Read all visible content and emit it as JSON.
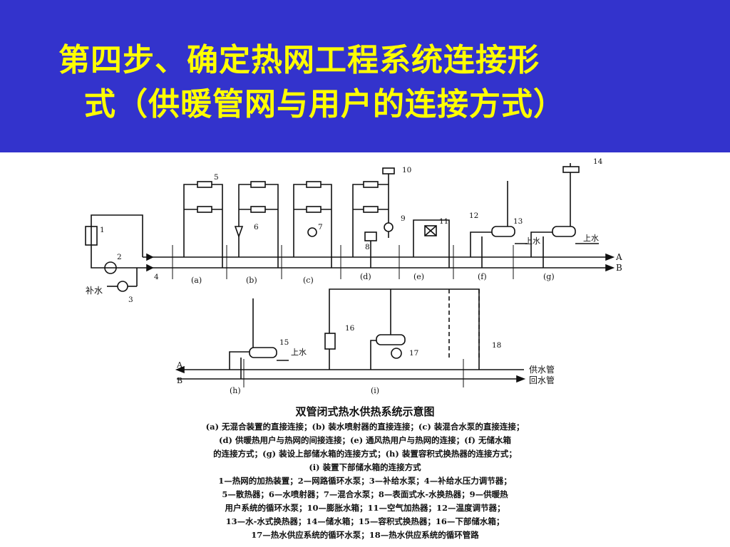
{
  "slide": {
    "title_line1": "第四步、确定热网工程系统连接形",
    "title_line2": "式（供暖管网与用户的连接方式）",
    "header_bg": "#3333cc",
    "title_color": "#ffff00"
  },
  "diagram": {
    "pipe_A": "A",
    "pipe_B": "B",
    "labels": {
      "makeup_water": "补水",
      "upper_water_1": "上水",
      "upper_water_2": "上水",
      "upper_water_3": "上水",
      "supply_pipe": "供水管",
      "return_pipe": "回水管"
    },
    "sections": [
      "(a)",
      "(b)",
      "(c)",
      "(d)",
      "(e)",
      "(f)",
      "(g)",
      "(h)",
      "(i)"
    ],
    "numbers": [
      "1",
      "2",
      "3",
      "4",
      "5",
      "6",
      "7",
      "8",
      "9",
      "10",
      "11",
      "12",
      "13",
      "14",
      "15",
      "16",
      "17",
      "18"
    ]
  },
  "caption": {
    "title": "双管闭式热水供热系统示意图",
    "lines": [
      "(a) 无混合装置的直接连接；(b) 装水喷射器的直接连接；(c) 装混合水泵的直接连接；",
      "(d) 供暖热用户与热网的间接连接；(e) 通风热用户与热网的连接；(f) 无储水箱",
      "的连接方式；(g) 装设上部储水箱的连接方式；(h) 装置容积式换热器的连接方式；",
      "(i) 装置下部储水箱的连接方式",
      "1—热网的加热装置；2—网路循环水泵；3—补给水泵；4—补给水压力调节器；",
      "5—散热器；6—水喷射器；7—混合水泵；8—表面式水-水换热器；9—供暖热",
      "用户系统的循环水泵；10—膨胀水箱；11—空气加热器；12—温度调节器；",
      "13—水-水式换热器；14—储水箱；15—容积式换热器；16—下部储水箱；",
      "17—热水供应系统的循环水泵；18—热水供应系统的循环管路"
    ]
  }
}
